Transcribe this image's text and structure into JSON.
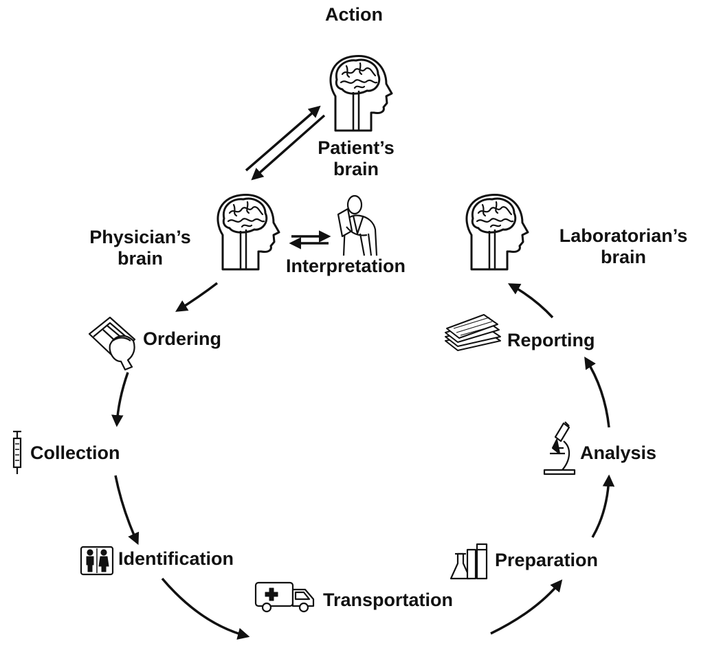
{
  "labels": {
    "action": "Action",
    "patient_brain": [
      "Patient’s",
      "brain"
    ],
    "physician_brain": [
      "Physician’s",
      "brain"
    ],
    "laboratorian_brain": [
      "Laboratorian’s",
      "brain"
    ],
    "interpretation": "Interpretation",
    "ordering": "Ordering",
    "collection": "Collection",
    "identification": "Identification",
    "transportation": "Transportation",
    "preparation": "Preparation",
    "analysis": "Analysis",
    "reporting": "Reporting"
  },
  "icons": {
    "patient": "brain-head-icon",
    "physician": "brain-head-icon",
    "laboratorian": "brain-head-icon",
    "interpretation": "doctor-icon",
    "ordering": "clipboard-hand-icon",
    "collection": "syringe-icon",
    "identification": "two-people-icon",
    "transportation": "ambulance-icon",
    "preparation": "lab-flasks-icon",
    "analysis": "microscope-icon",
    "reporting": "papers-stack-icon"
  },
  "colors": {
    "ink": "#111111",
    "background": "#ffffff"
  }
}
